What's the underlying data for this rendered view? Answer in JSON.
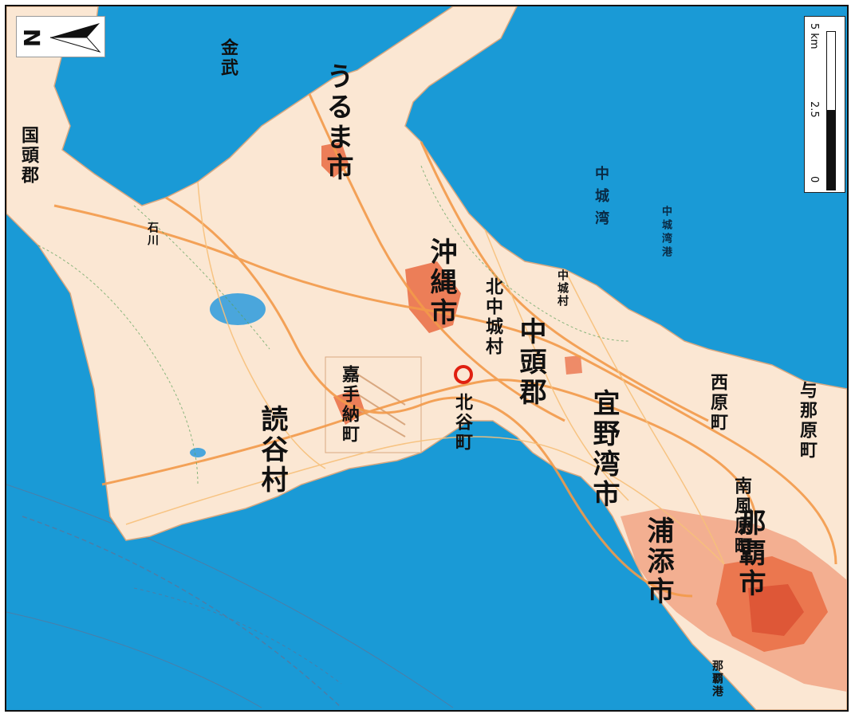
{
  "map": {
    "labels": {
      "kunigami": "国頭郡",
      "uruma": "うるま市",
      "okinawa": "沖縄市",
      "nakagami": "中頭郡",
      "kitanakagusuku": "北中城村",
      "ginowan": "宜野湾市",
      "urasoe": "浦添市",
      "naha": "那覇市",
      "nishihara": "西原町",
      "yonabaru": "与那原町",
      "haebaru": "南風原町",
      "yomitan": "読谷村",
      "kadena": "嘉手納町",
      "chatan": "北谷町",
      "nakagusukuwan": "中城湾",
      "nakagusukuport": "中城湾港",
      "ishikawa": "石川",
      "kin": "金武",
      "nakagusuku": "中城村",
      "naha_port": "那覇港"
    },
    "scale": {
      "zero": "0",
      "mid": "2.5",
      "max": "5 km"
    },
    "north_symbol": "N",
    "colors": {
      "sea": "#1a9ad6",
      "land": "#fbe7d3",
      "urban": "#e8643a",
      "road": "#f39a4a"
    },
    "marker": {
      "name": "study-site-circle",
      "color": "#e02010"
    }
  }
}
